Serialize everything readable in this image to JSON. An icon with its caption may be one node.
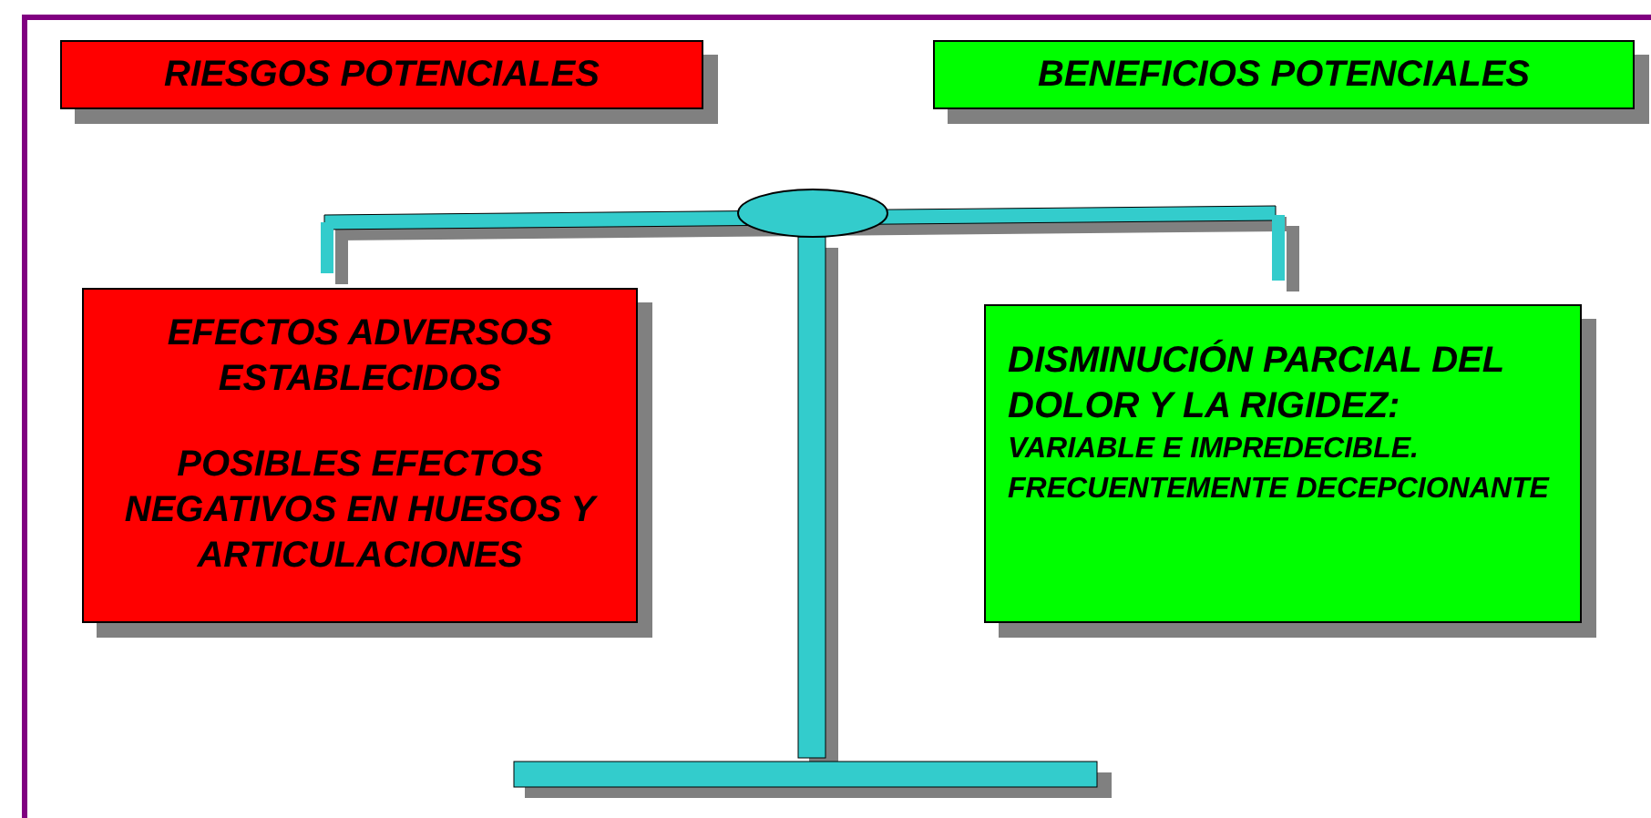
{
  "diagram": {
    "nodes": [
      {
        "text": [
          "RIESGOS  POTENCIALES"
        ]
      },
      {
        "text": [
          "BENEFICIOS  POTENCIALES"
        ]
      },
      {
        "text": [
          "EFECTOS ADVERSOS ESTABLECIDOS",
          "POSIBLES EFECTOS NEGATIVOS EN HUESOS Y ARTICULACIONES"
        ]
      },
      {
        "text": [
          "DISMINUCIÓN PARCIAL DEL DOLOR Y LA RIGIDEZ:",
          "VARIABLE E IMPREDECIBLE. FRECUENTEMENTE DECEPCIONANTE"
        ]
      }
    ]
  }
}
